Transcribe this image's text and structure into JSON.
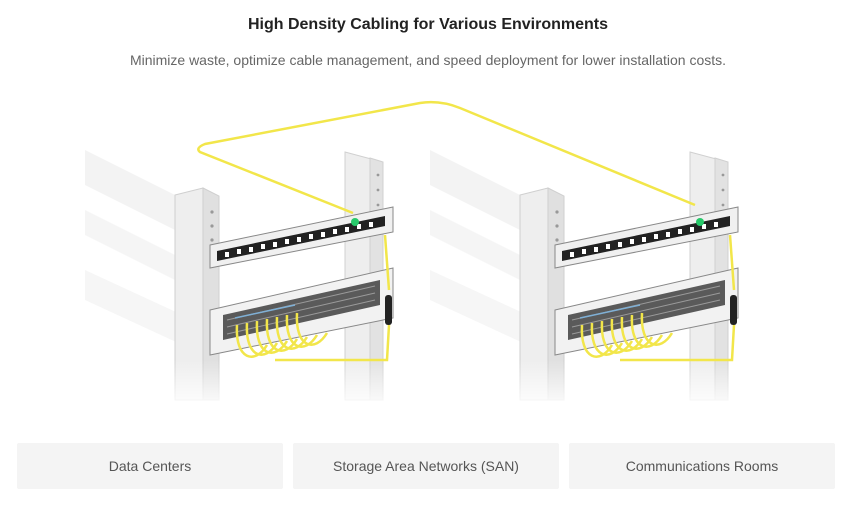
{
  "header": {
    "title": "High Density Cabling for Various Environments",
    "subtitle": "Minimize waste, optimize cable management, and speed deployment for lower installation costs."
  },
  "illustration": {
    "racks": [
      "rack-left",
      "rack-right"
    ],
    "cable_color": "#f2e64a",
    "rack_color": "#e6e6e6",
    "indicator_color": "#27c96a"
  },
  "cards": [
    {
      "label": "Data Centers"
    },
    {
      "label": "Storage Area Networks (SAN)"
    },
    {
      "label": "Communications Rooms"
    }
  ]
}
